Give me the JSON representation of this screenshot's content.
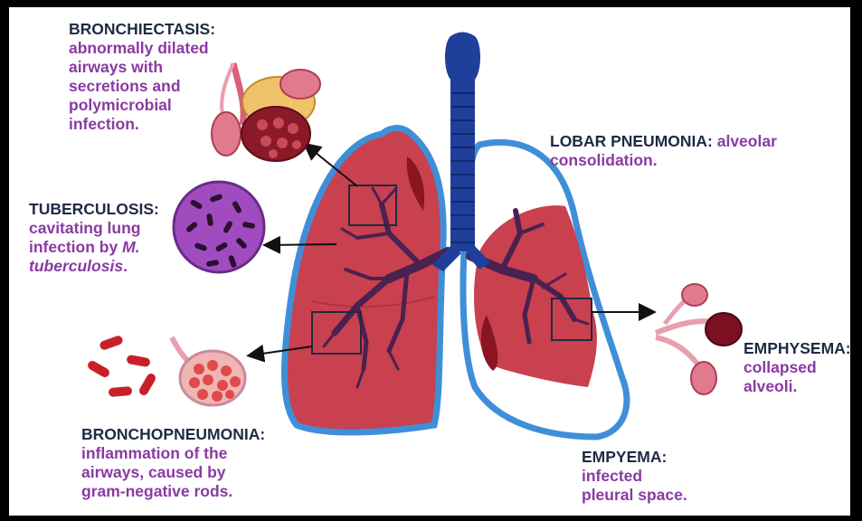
{
  "labels": {
    "bronchiectasis": {
      "title": "BRONCHIECTASIS:",
      "lines": [
        "abnormally dilated",
        "airways with",
        "secretions and",
        "polymicrobial",
        "infection."
      ]
    },
    "tuberculosis": {
      "title": "TUBERCULOSIS:",
      "line1": "cavitating lung",
      "line2_pre": "infection by ",
      "line2_italic": "M.",
      "line3_italic": "tuberculosis",
      "line3_post": "."
    },
    "bronchopneumonia": {
      "title": "BRONCHOPNEUMONIA:",
      "lines": [
        "inflammation of the",
        "airways, caused by",
        "gram-negative rods."
      ]
    },
    "lobar_pneumonia": {
      "title": "LOBAR PNEUMONIA:",
      "inline_desc": " alveolar",
      "line2": "consolidation."
    },
    "emphysema": {
      "title": "EMPHYSEMA:",
      "lines": [
        "collapsed",
        "alveoli."
      ]
    },
    "empyema": {
      "title": "EMPYEMA:",
      "lines": [
        "infected",
        "pleural space."
      ]
    }
  },
  "colors": {
    "title": "#1f2a44",
    "description": "#8a3aa3",
    "lung_fill": "#c9404f",
    "lung_outline": "#3f8fd8",
    "trachea": "#1f3f9a",
    "bronchi": "#4a2150",
    "tb_cell": "#8a3aa3",
    "bacteria": "#c8202a"
  }
}
